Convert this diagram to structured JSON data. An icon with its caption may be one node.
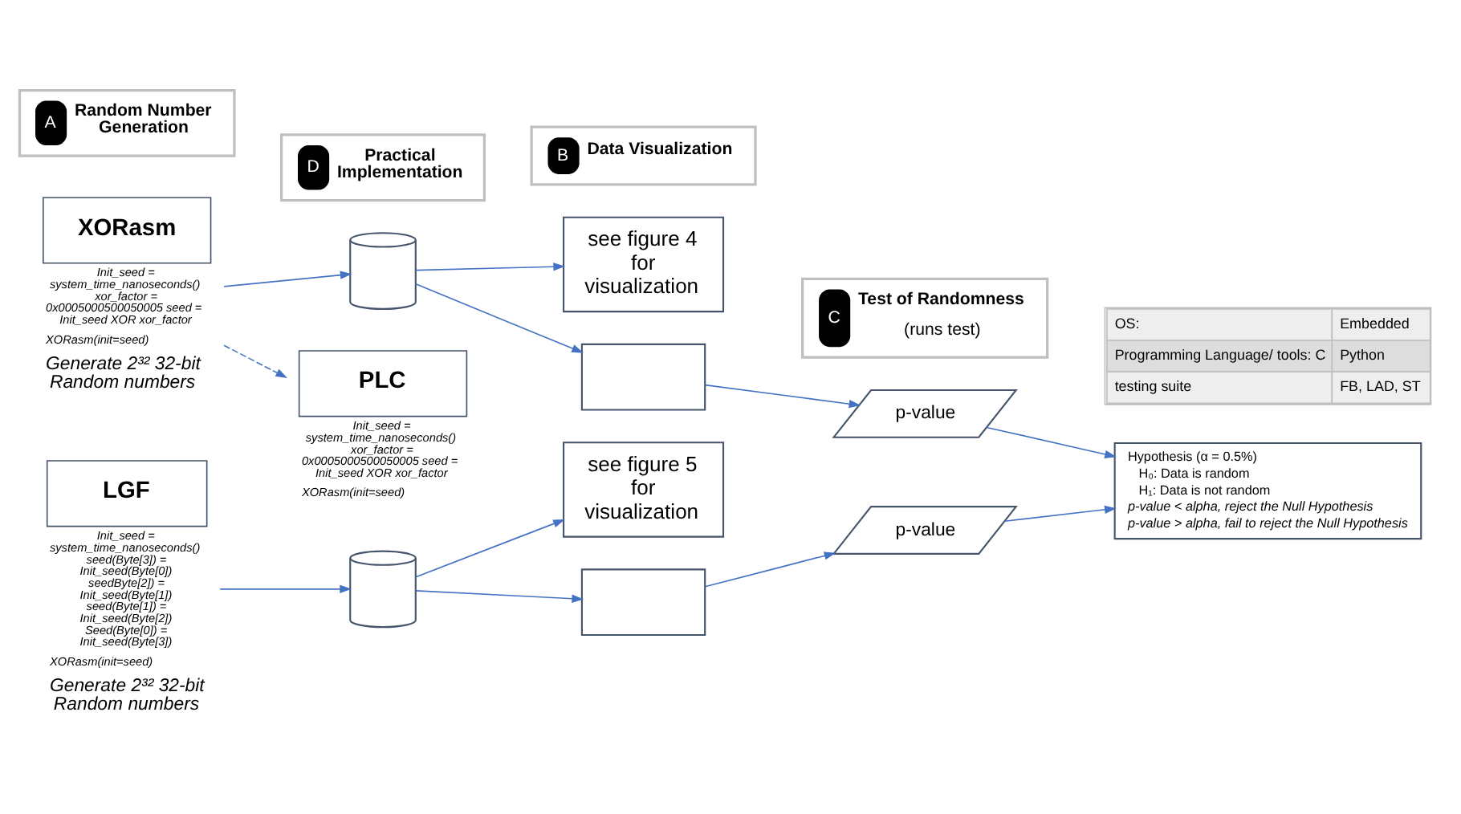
{
  "diagram": {
    "nodes": [
      {
        "text": [
          "XORasm"
        ],
        "beside": [
          "Init_seed = system_time_nanoseconds() xor_factor = 0x0005000500050005 seed = Init_seed XOR xor_factor",
          "XORasm(init=seed)",
          "Generate 2³² 32-bit Random numbers"
        ]
      },
      {
        "text": [],
        "shape": "cylinder"
      },
      {
        "text": [
          "see figure 4 for visualization"
        ]
      },
      {
        "text": [],
        "shape": "box"
      },
      {
        "text": [
          "p-value"
        ]
      },
      {
        "text": [
          "LGF"
        ],
        "beside": [
          "Init_seed = system_time_nanoseconds() seed(Byte[3]) = Init_seed(Byte[0]) seedByte[2]) = Init_seed(Byte[1]) seed(Byte[1]) = Init_seed(Byte[2]) Seed(Byte[0]) = Init_seed(Byte[3])",
          "XORasm(init=seed)",
          "Generate 2³² 32-bit Random numbers"
        ]
      },
      {
        "text": [],
        "shape": "cylinder"
      },
      {
        "text": [
          "see figure 5 for visualization"
        ]
      },
      {
        "text": [],
        "shape": "box"
      },
      {
        "text": [
          "p-value"
        ]
      },
      {
        "text": [
          "Hypothesis (α = 0.5%)",
          "H₀: Data is random",
          "H₁: Data is not random",
          "p-value < alpha, reject the Null Hypothesis",
          "p-value > alpha, fail to reject the Null Hypothesis"
        ]
      },
      {
        "text": [
          "PLC"
        ],
        "beside": [
          "Init_seed = system_time_nanoseconds() xor_factor = 0x0005000500050005 seed = Init_seed XOR xor_factor",
          "XORasm(init=seed)"
        ]
      },
      {
        "text": [
          "A",
          "Random Number Generation"
        ]
      },
      {
        "text": [
          "B",
          "Data Visualization"
        ]
      },
      {
        "text": [
          "C",
          "Test of Randomness",
          "(runs test)"
        ]
      },
      {
        "text": [
          "D",
          "Practical Implementation"
        ]
      }
    ],
    "edges": [
      {
        "from": 0,
        "to": 1,
        "arrow": "to"
      },
      {
        "from": 1,
        "to": 2,
        "arrow": "to"
      },
      {
        "from": 1,
        "to": 3,
        "arrow": "to"
      },
      {
        "from": 3,
        "to": 4,
        "arrow": "to"
      },
      {
        "from": 4,
        "to": 10,
        "arrow": "to"
      },
      {
        "from": 5,
        "to": 6,
        "arrow": "to"
      },
      {
        "from": 6,
        "to": 7,
        "arrow": "to"
      },
      {
        "from": 6,
        "to": 8,
        "arrow": "to"
      },
      {
        "from": 8,
        "to": 9,
        "arrow": "to"
      },
      {
        "from": 9,
        "to": 10,
        "arrow": "to"
      },
      {
        "from": 0,
        "to": 11,
        "arrow": "to",
        "style": "dashed"
      }
    ],
    "labels": [
      "OS:",
      "Embedded",
      "Programming Language/ tools: C",
      "Python",
      "testing suite",
      "FB, LAD, ST"
    ]
  }
}
